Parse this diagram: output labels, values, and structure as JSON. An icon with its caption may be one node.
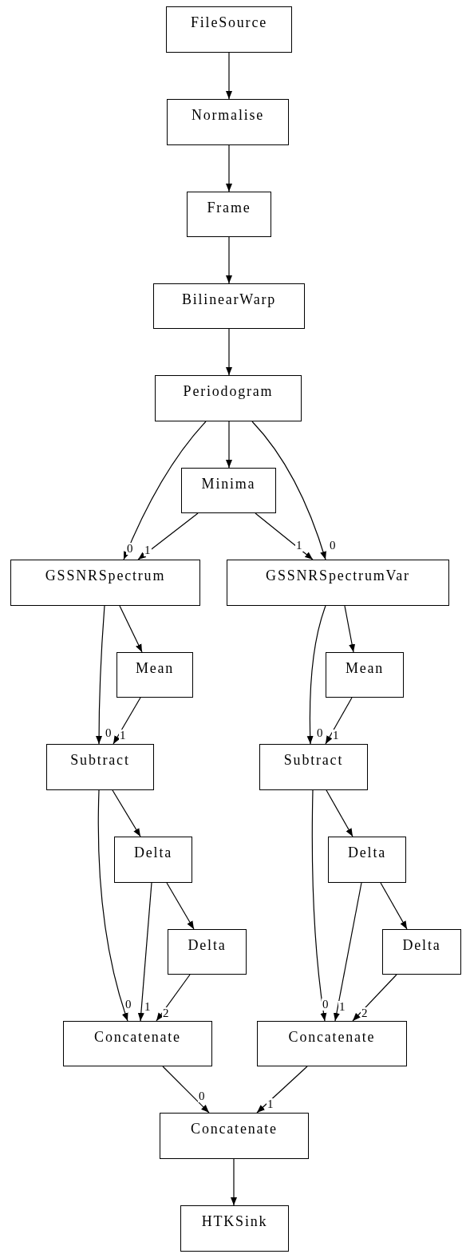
{
  "diagram": {
    "nodes": [
      {
        "text": [
          "FileSource"
        ]
      },
      {
        "text": [
          "Normalise"
        ]
      },
      {
        "text": [
          "Frame"
        ]
      },
      {
        "text": [
          "BilinearWarp"
        ]
      },
      {
        "text": [
          "Periodogram"
        ]
      },
      {
        "text": [
          "Minima"
        ]
      },
      {
        "text": [
          "GSSNRSpectrum"
        ]
      },
      {
        "text": [
          "GSSNRSpectrumVar"
        ]
      },
      {
        "text": [
          "Mean"
        ]
      },
      {
        "text": [
          "Mean"
        ]
      },
      {
        "text": [
          "Subtract"
        ]
      },
      {
        "text": [
          "Subtract"
        ]
      },
      {
        "text": [
          "Delta"
        ]
      },
      {
        "text": [
          "Delta"
        ]
      },
      {
        "text": [
          "Delta"
        ]
      },
      {
        "text": [
          "Delta"
        ]
      },
      {
        "text": [
          "Concatenate"
        ]
      },
      {
        "text": [
          "Concatenate"
        ]
      },
      {
        "text": [
          "Concatenate"
        ]
      },
      {
        "text": [
          "HTKSink"
        ]
      }
    ],
    "edges": [
      {
        "from": 0,
        "to": 1,
        "arrow": "to"
      },
      {
        "from": 1,
        "to": 2,
        "arrow": "to"
      },
      {
        "from": 2,
        "to": 3,
        "arrow": "to"
      },
      {
        "from": 3,
        "to": 4,
        "arrow": "to"
      },
      {
        "from": 4,
        "to": 5,
        "arrow": "to"
      },
      {
        "from": 4,
        "to": 6,
        "arrow": "to",
        "label": "0"
      },
      {
        "from": 5,
        "to": 6,
        "arrow": "to",
        "label": "1"
      },
      {
        "from": 5,
        "to": 7,
        "arrow": "to",
        "label": "1"
      },
      {
        "from": 4,
        "to": 7,
        "arrow": "to",
        "label": "0"
      },
      {
        "from": 6,
        "to": 8,
        "arrow": "to"
      },
      {
        "from": 6,
        "to": 10,
        "arrow": "to",
        "label": "0"
      },
      {
        "from": 8,
        "to": 10,
        "arrow": "to",
        "label": "1"
      },
      {
        "from": 7,
        "to": 9,
        "arrow": "to"
      },
      {
        "from": 7,
        "to": 11,
        "arrow": "to",
        "label": "0"
      },
      {
        "from": 9,
        "to": 11,
        "arrow": "to",
        "label": "1"
      },
      {
        "from": 10,
        "to": 12,
        "arrow": "to"
      },
      {
        "from": 10,
        "to": 16,
        "arrow": "to",
        "label": "0"
      },
      {
        "from": 12,
        "to": 16,
        "arrow": "to",
        "label": "1"
      },
      {
        "from": 12,
        "to": 14,
        "arrow": "to"
      },
      {
        "from": 14,
        "to": 16,
        "arrow": "to",
        "label": "2"
      },
      {
        "from": 11,
        "to": 13,
        "arrow": "to"
      },
      {
        "from": 11,
        "to": 17,
        "arrow": "to",
        "label": "0"
      },
      {
        "from": 13,
        "to": 17,
        "arrow": "to",
        "label": "1"
      },
      {
        "from": 13,
        "to": 15,
        "arrow": "to"
      },
      {
        "from": 15,
        "to": 17,
        "arrow": "to",
        "label": "2"
      },
      {
        "from": 16,
        "to": 18,
        "arrow": "to",
        "label": "0"
      },
      {
        "from": 17,
        "to": 18,
        "arrow": "to",
        "label": "1"
      },
      {
        "from": 18,
        "to": 19,
        "arrow": "to"
      }
    ]
  }
}
